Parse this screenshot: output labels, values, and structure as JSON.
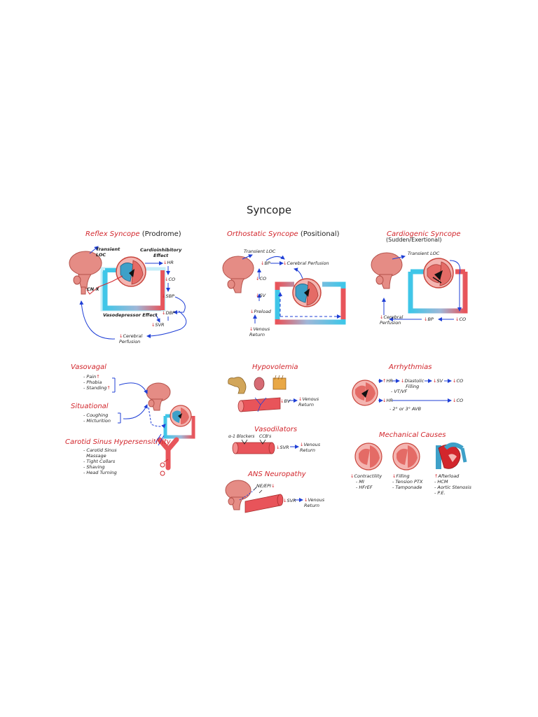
{
  "title": "Syncope",
  "reflex": {
    "heading": "Reflex Syncope",
    "heading_sub": "(Prodrome)",
    "transient_loc": "Transient\nLOC",
    "cardioinhibitory": "Cardioinhibitory\nEffect",
    "hr": "HR",
    "co": "CO",
    "sbp": "SBP",
    "dbp": "DBP",
    "svr": "SVR",
    "cn": "CN X",
    "vasodepressor": "Vasodepressor Effect",
    "cerebral": "Cerebral\nPerfusion"
  },
  "orthostatic": {
    "heading": "Orthostatic Syncope",
    "heading_sub": "(Positional)",
    "transient_loc": "Transient LOC",
    "bp": "BP",
    "cerebral": "Cerebral Perfusion",
    "co": "CO",
    "sv": "SV",
    "preload": "Preload",
    "venous": "Venous\nReturn"
  },
  "cardiogenic": {
    "heading": "Cardiogenic Syncope",
    "heading_sub": "(Sudden/Exertional)",
    "transient_loc": "Transient LOC",
    "cerebral": "Cerebral\nPerfusion",
    "bp": "BP",
    "co": "CO"
  },
  "vasovagal": {
    "heading": "Vasovagal",
    "items": [
      "- Pain",
      "- Phobia",
      "- Standing"
    ]
  },
  "situational": {
    "heading": "Situational",
    "items": [
      "- Coughing",
      "- Micturition"
    ]
  },
  "carotid": {
    "heading": "Carotid Sinus Hypersensitivity",
    "items": [
      "- Carotid Sinus",
      "  Massage",
      "- Tight Collars",
      "- Shaving",
      "- Head Turning"
    ]
  },
  "hypovolemia": {
    "heading": "Hypovolemia",
    "bv": "BV",
    "venous": "Venous\nReturn"
  },
  "vasodilators": {
    "heading": "Vasodilators",
    "alpha": "α-1 Blockers",
    "ccb": "CCB's",
    "svr": "SVR",
    "venous": "Venous\nReturn"
  },
  "ans": {
    "heading": "ANS Neuropathy",
    "ne": "NE/EPI",
    "svr": "SVR",
    "venous": "Venous\nReturn"
  },
  "arrhythmias": {
    "heading": "Arrhythmias",
    "hr1": "HR",
    "diastolic": "Diastolic\nFilling",
    "sv": "SV",
    "co1": "CO",
    "vt": "- VT/VF",
    "hr2": "HR",
    "co2": "CO",
    "avb": "- 2° or 3° AVB"
  },
  "mechanical": {
    "heading": "Mechanical Causes",
    "col1_head": "Contractility",
    "col1_items": [
      "- MI",
      "- HFrEF"
    ],
    "col2_head": "Filling",
    "col2_items": [
      "- Tension PTX",
      "- Tamponade"
    ],
    "col3_head": "Afterload",
    "col3_items": [
      "- HCM",
      "- Aortic Stenosis",
      "- P.E."
    ]
  },
  "colors": {
    "red": "#d2262c",
    "blue": "#1f3fd6",
    "vessel_red": "#e8545a",
    "vessel_blue": "#3fc6e8",
    "brain": "#e58c85"
  }
}
